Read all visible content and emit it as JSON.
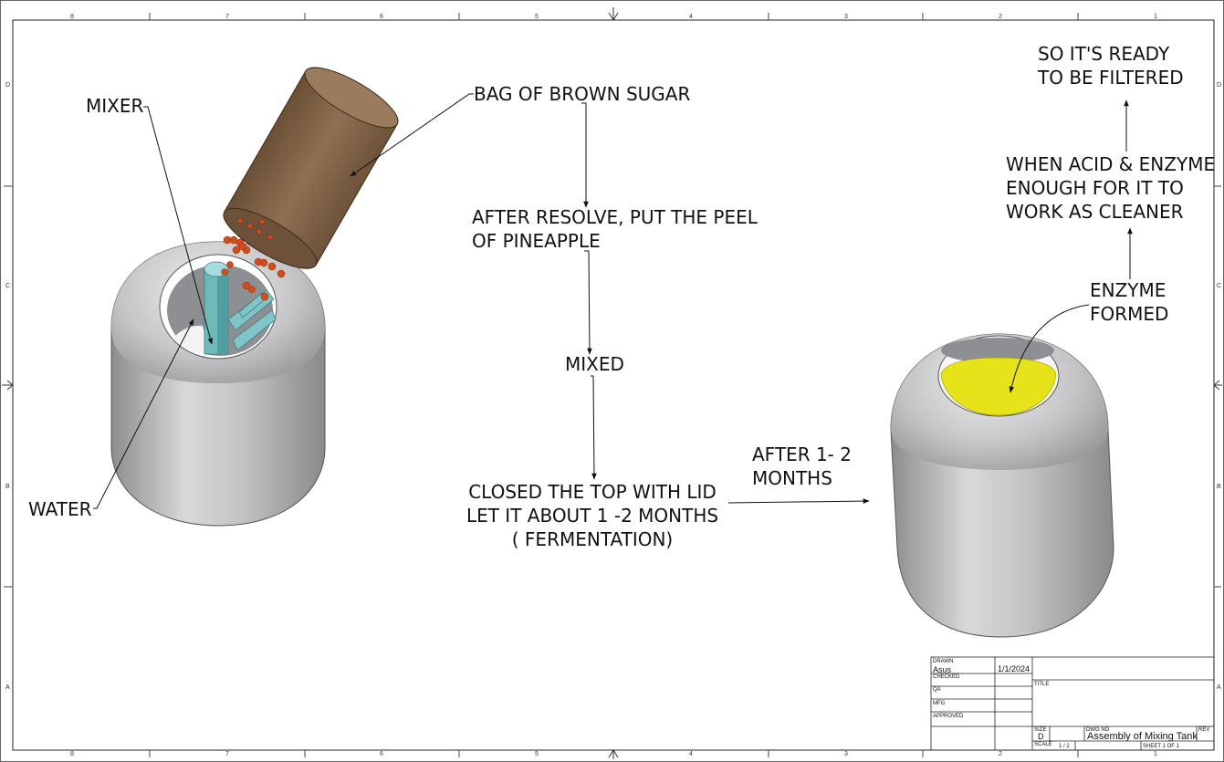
{
  "labels": {
    "mixer": "MIXER",
    "water": "WATER",
    "bag": "BAG OF BROWN SUGAR",
    "resolve_line1": "AFTER RESOLVE, PUT THE PEEL",
    "resolve_line2": "OF PINEAPPLE",
    "mixed": "MIXED",
    "closed_line1": "CLOSED THE TOP WITH LID",
    "closed_line2": "LET IT ABOUT 1 -2 MONTHS",
    "closed_line3": "( FERMENTATION)",
    "after_line1": "AFTER 1- 2",
    "after_line2": "MONTHS",
    "enzyme_line1": "ENZYME",
    "enzyme_line2": "FORMED",
    "acid_line1": "WHEN ACID & ENZYME",
    "acid_line2": "ENOUGH FOR IT TO",
    "acid_line3": "WORK AS CLEANER",
    "ready_line1": "SO IT'S READY",
    "ready_line2": "TO BE FILTERED"
  },
  "title_block": {
    "drawn_label": "DRAWN",
    "drawn_by": "Asus",
    "drawn_date": "1/1/2024",
    "checked_label": "CHECKED",
    "qa_label": "QA",
    "mfg_label": "MFG",
    "approved_label": "APPROVED",
    "title_label": "TITLE",
    "size_label": "SIZE",
    "size_value": "D",
    "dwg_no_label": "DWG NO",
    "dwg_no_value": "Assembly of Mixing Tank",
    "rev_label": "REV",
    "scale_label": "SCALE",
    "scale_value": "1 / 2",
    "sheet_value": "SHEET 1  OF 1"
  },
  "zones": {
    "columns": [
      "8",
      "7",
      "6",
      "5",
      "4",
      "3",
      "2",
      "1"
    ],
    "rows": [
      "D",
      "C",
      "B",
      "A"
    ]
  },
  "colors": {
    "tank": "#b8b8ba",
    "bag": "#8a6a4e",
    "mixer": "#7fc4c6",
    "enzyme": "#e6e31a",
    "sugar": "#d0491a"
  }
}
